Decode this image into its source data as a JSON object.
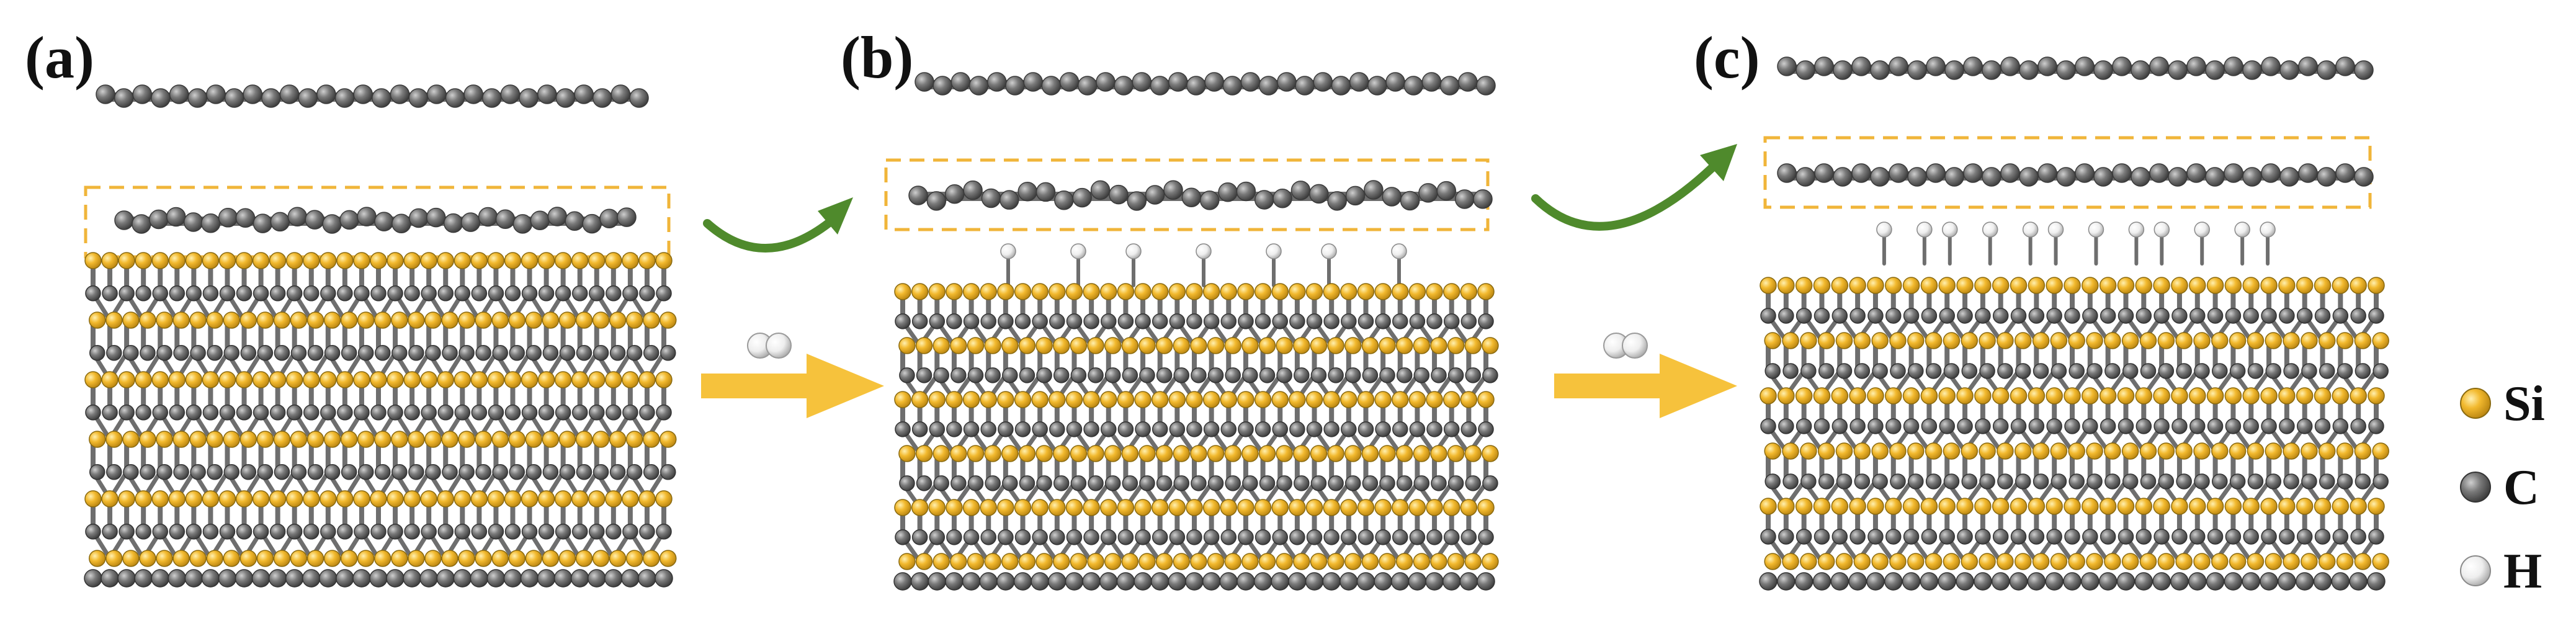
{
  "panels": [
    {
      "label": "(a)",
      "hydrogen": false
    },
    {
      "label": "(b)",
      "hydrogen": true
    },
    {
      "label": "(c)",
      "hydrogen": true
    }
  ],
  "legend": [
    {
      "symbol": "Si",
      "color": "#f2b92e"
    },
    {
      "symbol": "C",
      "color": "#808080"
    },
    {
      "symbol": "H",
      "color": "#f4f4f4"
    }
  ],
  "colors": {
    "silicon": "#f2b92e",
    "carbon": "#7a7a7a",
    "hydrogen": "#f4f4f4",
    "dashed_box": "#f0b53a",
    "curved_arrow": "#4f8a2c",
    "process_arrow": "#f6c23c"
  }
}
